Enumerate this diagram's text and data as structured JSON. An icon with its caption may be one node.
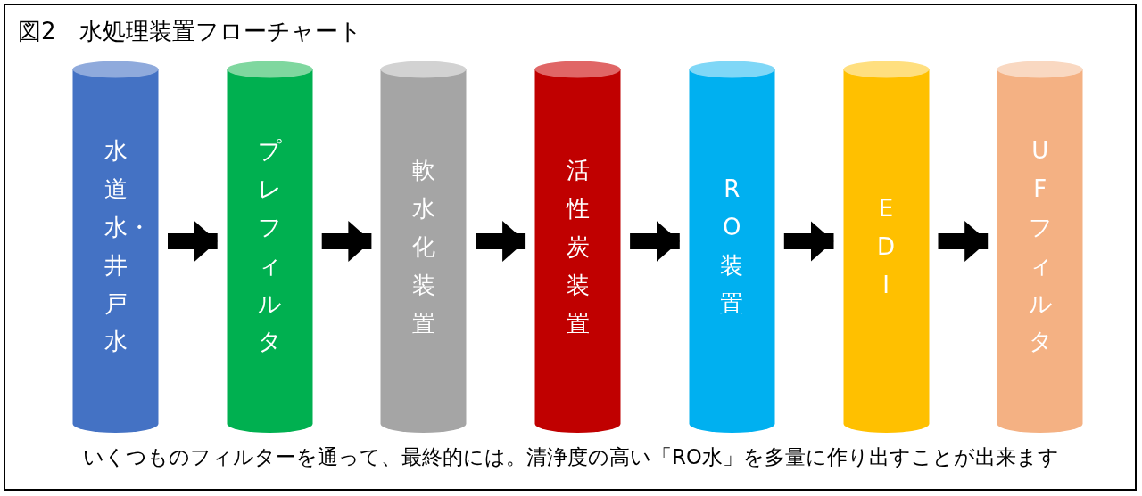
{
  "diagram": {
    "title": "図2　水処理装置フローチャート",
    "caption": "いくつものフィルターを通って、最終的には。清浄度の高い「RO水」を多量に作り出すことが出来ます",
    "nodes": [
      {
        "text": [
          "水道水・井戸水"
        ]
      },
      {
        "text": [
          "プレフィルタ"
        ]
      },
      {
        "text": [
          "軟水化装置"
        ]
      },
      {
        "text": [
          "活性炭装置"
        ]
      },
      {
        "text": [
          "RO装置"
        ]
      },
      {
        "text": [
          "EDI"
        ]
      },
      {
        "text": [
          "UFフィルタ"
        ]
      }
    ],
    "edges": [
      {
        "from": 0,
        "to": 1,
        "arrow": "to"
      },
      {
        "from": 1,
        "to": 2,
        "arrow": "to"
      },
      {
        "from": 2,
        "to": 3,
        "arrow": "to"
      },
      {
        "from": 3,
        "to": 4,
        "arrow": "to"
      },
      {
        "from": 4,
        "to": 5,
        "arrow": "to"
      },
      {
        "from": 5,
        "to": 6,
        "arrow": "to"
      }
    ]
  }
}
